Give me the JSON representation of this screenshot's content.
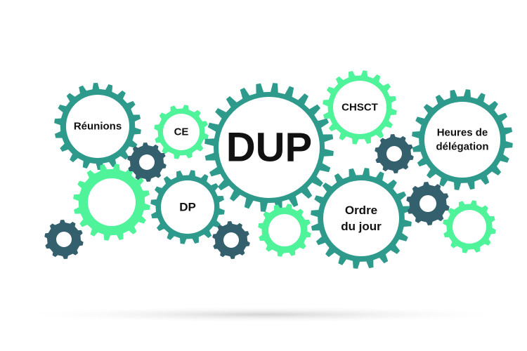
{
  "colors": {
    "teal": "#2e9a8b",
    "green": "#4ef39a",
    "slate": "#33606c",
    "inner": "#ffffff",
    "text": "#111111",
    "shadow": "#d6d6d6"
  },
  "gears": [
    {
      "id": "reunions",
      "color": "teal",
      "lines": [
        "Réunions"
      ]
    },
    {
      "id": "ce",
      "color": "green",
      "lines": [
        "CE"
      ]
    },
    {
      "id": "dup",
      "color": "teal",
      "lines": [
        "DUP"
      ]
    },
    {
      "id": "chsct",
      "color": "green",
      "lines": [
        "CHSCT"
      ]
    },
    {
      "id": "heures",
      "color": "teal",
      "lines": [
        "Heures de",
        "délégation"
      ]
    },
    {
      "id": "dp",
      "color": "teal",
      "lines": [
        "DP"
      ]
    },
    {
      "id": "ordre",
      "color": "teal",
      "lines": [
        "Ordre",
        "du jour"
      ]
    },
    {
      "id": "green-left",
      "color": "green",
      "lines": []
    },
    {
      "id": "green-center",
      "color": "green",
      "lines": []
    },
    {
      "id": "green-right",
      "color": "green",
      "lines": []
    },
    {
      "id": "small-a",
      "color": "slate",
      "lines": []
    },
    {
      "id": "small-b",
      "color": "slate",
      "lines": []
    },
    {
      "id": "small-c",
      "color": "slate",
      "lines": []
    },
    {
      "id": "small-d",
      "color": "slate",
      "lines": []
    },
    {
      "id": "small-e",
      "color": "slate",
      "lines": []
    }
  ]
}
